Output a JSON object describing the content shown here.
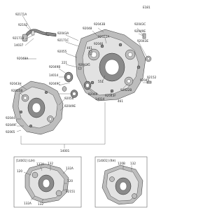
{
  "ref_code": "E181",
  "labels": {
    "l92171a": "92171A",
    "l92192": "92192",
    "l92171b": "92171B",
    "l14037": "14037",
    "l92049a": "92049A",
    "l92043a": "92043A",
    "l92171c": "92171C",
    "l92055": "92055",
    "l92049b": "92049B",
    "l92048": "92048",
    "l92043b": "92043B",
    "l221": "221",
    "l92049c": "92049C",
    "l461a": "461",
    "l92022a": "92022A",
    "l14014": "14014",
    "l92046": "92046",
    "l92049d": "92049D",
    "l92043c": "92043C",
    "l92049e": "92049E",
    "l92043d": "92049E",
    "l92043e": "92043E",
    "l92045": "92045",
    "l551": "551",
    "l92043f": "92043F",
    "l92022b": "92022B",
    "l92069": "92069",
    "l461b": "461",
    "l14014b": "14014",
    "l92043g": "92043G",
    "l92152": "92152",
    "l92043h": "92043H",
    "l92055b": "92055B",
    "l92044": "92044",
    "l92049f": "92049F",
    "l92065": "92065",
    "l92056": "92056",
    "l14001": "14001"
  },
  "inset_left": {
    "title": "[14001] (L/H)",
    "labels": [
      "120",
      "132A",
      "132",
      "132A",
      "132",
      "120",
      "92151"
    ]
  },
  "inset_right": {
    "title": "[14001] (RH)",
    "labels": [
      "120B",
      "132"
    ]
  }
}
